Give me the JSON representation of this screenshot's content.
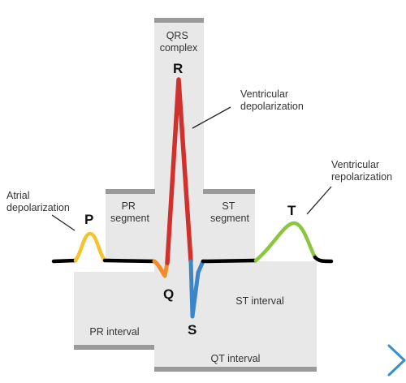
{
  "labels": {
    "qrs_complex": [
      "QRS",
      "complex"
    ],
    "pr_segment": [
      "PR",
      "segment"
    ],
    "st_segment": [
      "ST",
      "segment"
    ],
    "pr_interval": "PR interval",
    "st_interval": "ST interval",
    "qt_interval": "QT interval",
    "atrial_depolarization": [
      "Atrial",
      "depolarization"
    ],
    "ventricular_depolarization": [
      "Ventricular",
      "depolarization"
    ],
    "ventricular_repolarization": [
      "Ventricular",
      "repolarization"
    ]
  },
  "waves": {
    "p": "P",
    "q": "Q",
    "r": "R",
    "s": "S",
    "t": "T"
  },
  "colors": {
    "p_wave": "#f4c430",
    "q_wave": "#f28c28",
    "r_wave": "#d0312d",
    "s_wave": "#3a86c8",
    "t_wave": "#8cc63f",
    "baseline": "#000000",
    "box_fill": "#e8e8e8",
    "box_edge": "#9a9a9a",
    "corner_chevron": "#3a8fd0"
  },
  "icons": {
    "corner": "chevron-right-icon"
  }
}
